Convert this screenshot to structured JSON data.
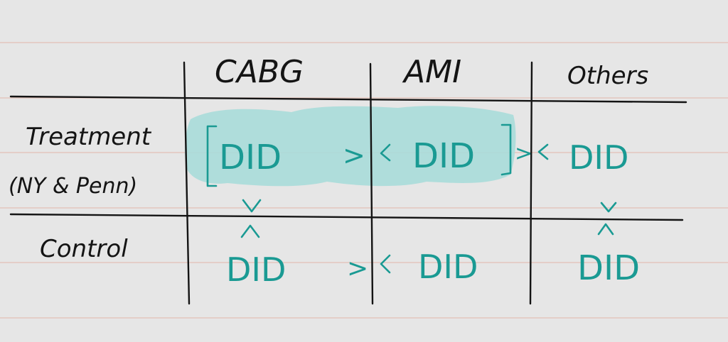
{
  "columns": {
    "cabg": "CABG",
    "ami": "AMI",
    "others": "Others"
  },
  "rows": {
    "treatment": "Treatment",
    "treatment_sub": "(NY & Penn)",
    "control": "Control"
  },
  "cells": {
    "treatment_cabg": "DID",
    "treatment_ami": "DID",
    "treatment_others": "DID",
    "control_cabg": "DID",
    "control_ami": "DID",
    "control_others": "DID"
  },
  "relations": {
    "t_cabg_ami": ">",
    "t_ami_others": ">",
    "c_cabg_ami": ">"
  },
  "colors": {
    "paper": "#e6e6e6",
    "ink": "#141414",
    "teal": "#1a9a93",
    "highlight": "#a9dbd9",
    "ruling": "#e3c6bd"
  }
}
